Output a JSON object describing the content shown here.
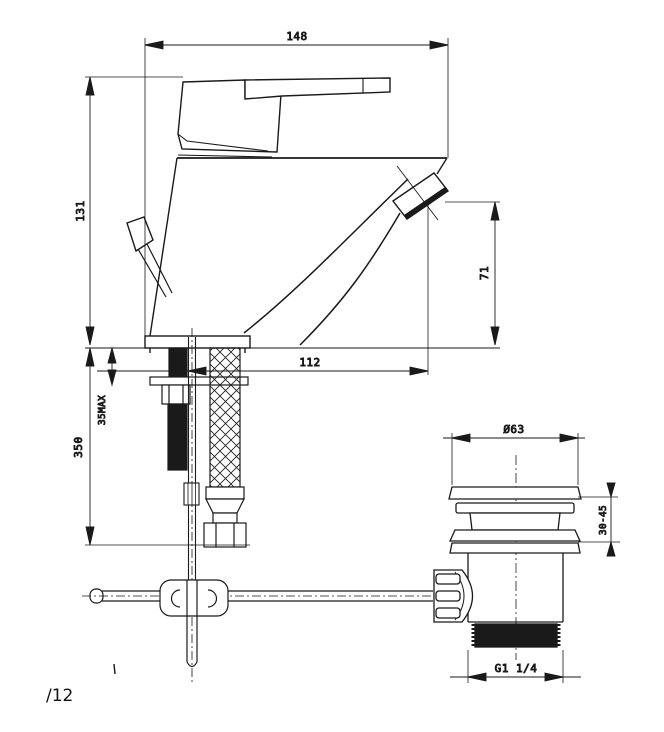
{
  "drawing": {
    "dimensions": {
      "overall_width": "148",
      "body_height": "131",
      "spout_outlet_height": "71",
      "spout_reach": "112",
      "deck_thickness_max": "35MAX",
      "hose_drop": "350",
      "drain_flange_diameter": "Ø63",
      "deck_clamp_range": "30-45",
      "drain_thread": "G1 1/4"
    },
    "footer": {
      "page_mark": "/12"
    },
    "colors": {
      "line": "#1a1a1a",
      "background": "#ffffff"
    }
  }
}
